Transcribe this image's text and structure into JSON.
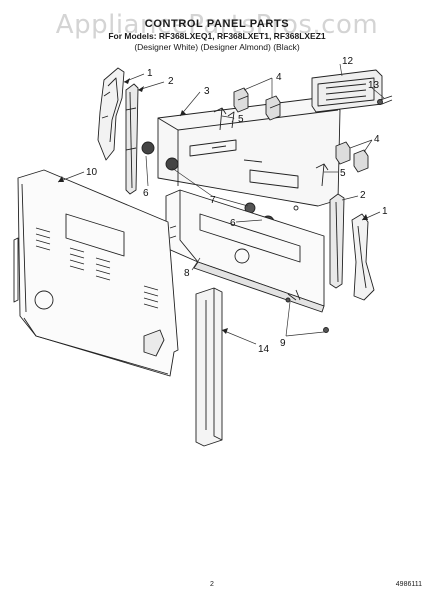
{
  "header": {
    "watermark": "AppliancePartsPros.com",
    "title": "CONTROL PANEL PARTS",
    "models": "For Models: RF368LXEQ1, RF368LXET1, RF368LXEZ1",
    "variants": "(Designer White) (Designer Almond) (Black)"
  },
  "callouts": {
    "c1a": "1",
    "c2a": "2",
    "c3": "3",
    "c4a": "4",
    "c5a": "5",
    "c12": "12",
    "c13": "13",
    "c4b": "4",
    "c5b": "5",
    "c6a": "6",
    "c7": "7",
    "c6b": "6",
    "c10": "10",
    "c2b": "2",
    "c1b": "1",
    "c8": "8",
    "c9": "9",
    "c14": "14"
  },
  "footer": {
    "page_number": "2",
    "document_number": "4986111"
  }
}
